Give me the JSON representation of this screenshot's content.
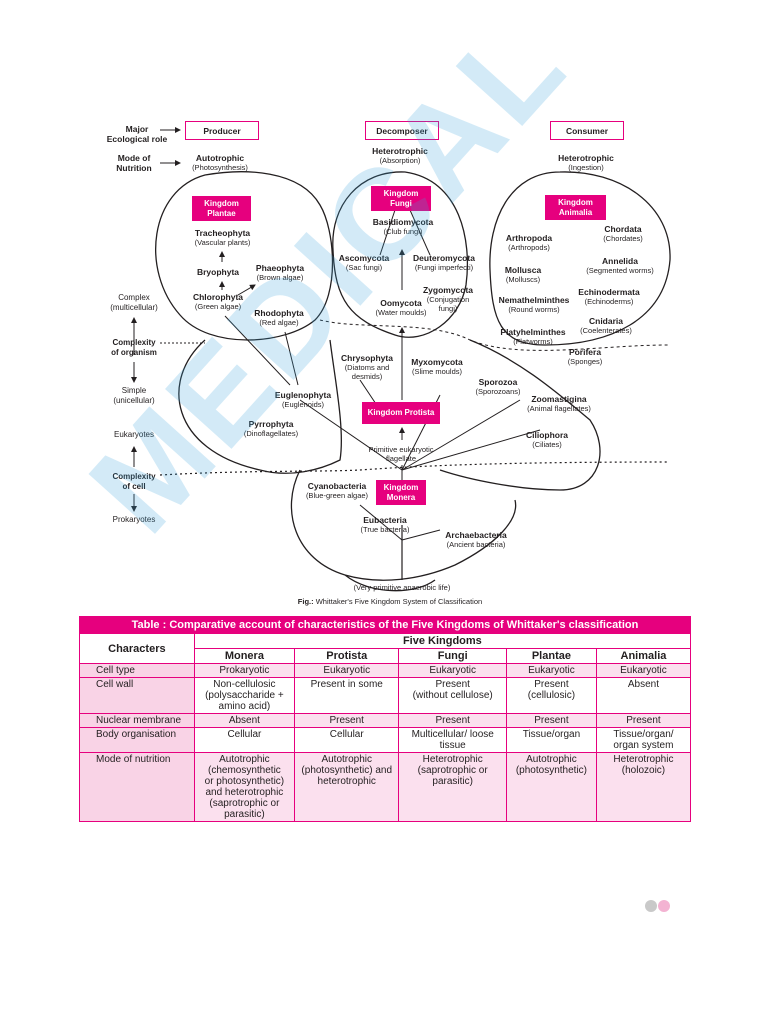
{
  "roles": {
    "label": "Major\nEcological role",
    "producer": "Producer",
    "decomposer": "Decomposer",
    "consumer": "Consumer"
  },
  "nutrition": {
    "label": "Mode of\nNutrition",
    "producer_b": "Autotrophic",
    "producer_s": "(Photosynthesis)",
    "decomposer_b": "Heterotrophic",
    "decomposer_s": "(Absorption)",
    "consumer_b": "Heterotrophic",
    "consumer_s": "(Ingestion)"
  },
  "kingdoms": {
    "plantae": "Kingdom\nPlantae",
    "fungi": "Kingdom\nFungi",
    "animalia": "Kingdom\nAnimalia",
    "protista": "Kingdom Protista",
    "monera": "Kingdom\nMonera"
  },
  "taxa": {
    "tracheophyta_b": "Tracheophyta",
    "tracheophyta_s": "(Vascular plants)",
    "bryophyta_b": "Bryophyta",
    "phaeophyta_b": "Phaeophyta",
    "phaeophyta_s": "(Brown algae)",
    "chlorophyta_b": "Chlorophyta",
    "chlorophyta_s": "(Green algae)",
    "rhodophyta_b": "Rhodophyta",
    "rhodophyta_s": "(Red algae)",
    "basidiomycota_b": "Basidiomycota",
    "basidiomycota_s": "(Club fungi)",
    "ascomycota_b": "Ascomycota",
    "ascomycota_s": "(Sac fungi)",
    "deuteromycota_b": "Deuteromycota",
    "deuteromycota_s": "(Fungi imperfecti)",
    "zygomycota_b": "Zygomycota",
    "zygomycota_s": "(Conjugation\nfungi)",
    "oomycota_b": "Oomycota",
    "oomycota_s": "(Water moulds)",
    "arthropoda_b": "Arthropoda",
    "arthropoda_s": "(Arthropods)",
    "chordata_b": "Chordata",
    "chordata_s": "(Chordates)",
    "annelida_b": "Annelida",
    "annelida_s": "(Segmented worms)",
    "mollusca_b": "Mollusca",
    "mollusca_s": "(Molluscs)",
    "echinodermata_b": "Echinodermata",
    "echinodermata_s": "(Echinoderms)",
    "nemathelminthes_b": "Nemathelminthes",
    "nemathelminthes_s": "(Round worms)",
    "cnidaria_b": "Cnidaria",
    "cnidaria_s": "(Coelenterates)",
    "platyhelminthes_b": "Platyhelminthes",
    "platyhelminthes_s": "(Flatworms)",
    "porifera_b": "Porifera",
    "porifera_s": "(Sponges)",
    "chrysophyta_b": "Chrysophyta",
    "chrysophyta_s": "(Diatoms and\ndesmids)",
    "myxomycota_b": "Myxomycota",
    "myxomycota_s": "(Slime moulds)",
    "sporozoa_b": "Sporozoa",
    "sporozoa_s": "(Sporozoans)",
    "euglenophyta_b": "Euglenophyta",
    "euglenophyta_s": "(Euglenoids)",
    "zoomastigina_b": "Zoomastigina",
    "zoomastigina_s": "(Animal flagellates)",
    "pyrrophyta_b": "Pyrrophyta",
    "pyrrophyta_s": "(Dinoflagellates)",
    "ciliophora_b": "Ciliophora",
    "ciliophora_s": "(Ciliates)",
    "primitive_euk": "Primitive eukaryotic\nflagellate",
    "cyanobacteria_b": "Cyanobacteria",
    "cyanobacteria_s": "(Blue-green algae)",
    "eubacteria_b": "Eubacteria",
    "eubacteria_s": "(True bacteria)",
    "archaebacteria_b": "Archaebacteria",
    "archaebacteria_s": "(Ancient bacteria)",
    "anaerobic": "(Very primitive anaerobic life)"
  },
  "axis": {
    "complex": "Complex\n(multicellular)",
    "complexity_org": "Complexity\nof organism",
    "simple": "Simple\n(unicellular)",
    "eukaryotes": "Eukaryotes",
    "complexity_cell": "Complexity\nof cell",
    "prokaryotes": "Prokaryotes"
  },
  "figure_caption": {
    "prefix": "Fig.:",
    "text": " Whittaker's Five Kingdom System of Classification"
  },
  "table": {
    "title": "Table : Comparative account of characteristics of the Five Kingdoms of Whittaker's classification",
    "characters_header": "Characters",
    "group_header": "Five Kingdoms",
    "columns": [
      "Monera",
      "Protista",
      "Fungi",
      "Plantae",
      "Animalia"
    ],
    "rows": [
      {
        "character": "Cell type",
        "values": [
          "Prokaryotic",
          "Eukaryotic",
          "Eukaryotic",
          "Eukaryotic",
          "Eukaryotic"
        ]
      },
      {
        "character": "Cell wall",
        "values": [
          "Non-cellulosic\n(polysaccharide +\namino acid)",
          "Present in some",
          "Present\n(without cellulose)",
          "Present\n(cellulosic)",
          "Absent"
        ]
      },
      {
        "character": "Nuclear membrane",
        "values": [
          "Absent",
          "Present",
          "Present",
          "Present",
          "Present"
        ]
      },
      {
        "character": "Body organisation",
        "values": [
          "Cellular",
          "Cellular",
          "Multicellular/ loose\ntissue",
          "Tissue/organ",
          "Tissue/organ/\norgan system"
        ]
      },
      {
        "character": "Mode of nutrition",
        "values": [
          "Autotrophic\n(chemosynthetic\nor photosynthetic)\nand heterotrophic\n(saprotrophic or\nparasitic)",
          "Autotrophic\n(photosynthetic) and\nheterotrophic",
          "Heterotrophic\n(saprotrophic or\nparasitic)",
          "Autotrophic\n(photosynthetic)",
          "Heterotrophic\n(holozoic)"
        ]
      }
    ]
  },
  "colors": {
    "accent": "#e6007e",
    "table_fill": "#f9d3e6",
    "watermark": "#3aa5dc"
  }
}
